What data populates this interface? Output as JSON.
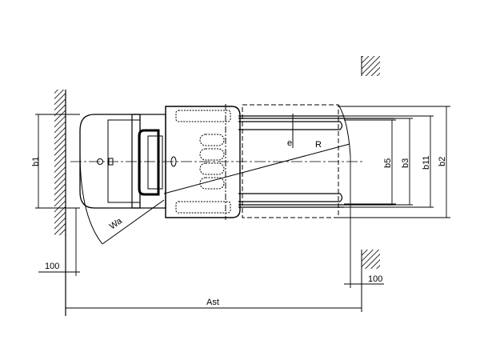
{
  "drawing": {
    "title": "Forklift top view turning aisle dimensions",
    "labels": {
      "b1": "b1",
      "b5": "b5",
      "b3": "b3",
      "b11": "b11",
      "b2": "b2",
      "wa": "Wa",
      "e": "e",
      "r": "R",
      "ast": "Ast",
      "clearance_left": "100",
      "clearance_right": "100"
    },
    "colors": {
      "line": "#000000",
      "background": "#ffffff"
    }
  }
}
